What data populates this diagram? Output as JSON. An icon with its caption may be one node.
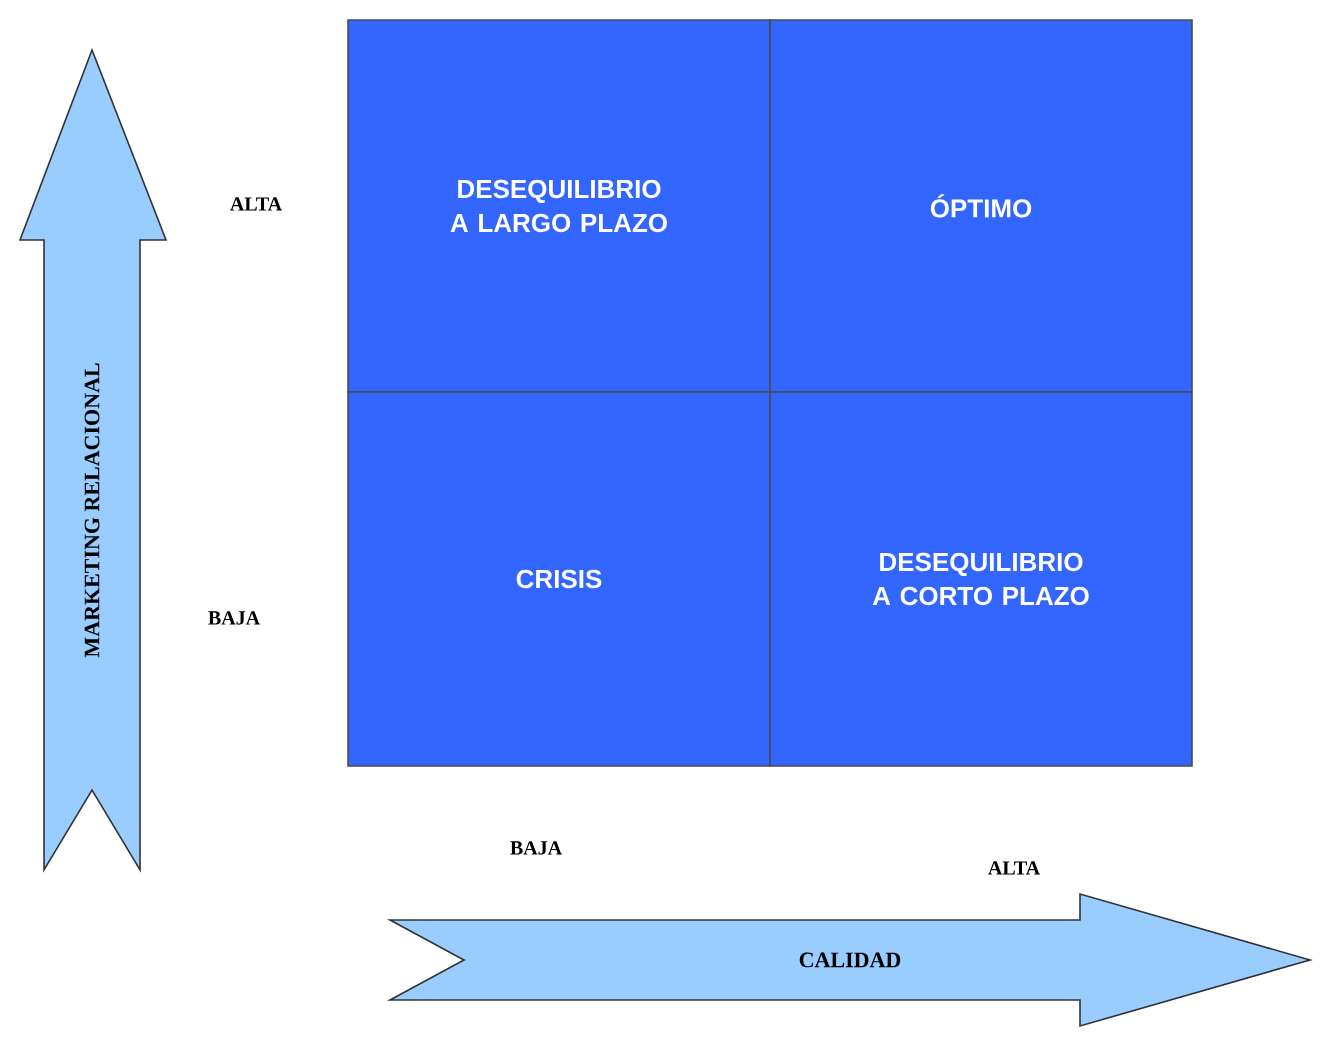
{
  "diagram": {
    "nodes": [
      {
        "text": [
          "DESEQUILIBRIO A LARGO PLAZO"
        ]
      },
      {
        "text": [
          "ÓPTIMO"
        ]
      },
      {
        "text": [
          "CRISIS"
        ]
      },
      {
        "text": [
          "DESEQUILIBRIO A CORTO PLAZO"
        ]
      },
      {
        "text": [
          "MARKETING RELACIONAL"
        ]
      },
      {
        "text": [
          "CALIDAD"
        ]
      }
    ],
    "edges": [],
    "labels": [
      "ALTA",
      "BAJA",
      "BAJA",
      "ALTA"
    ]
  }
}
